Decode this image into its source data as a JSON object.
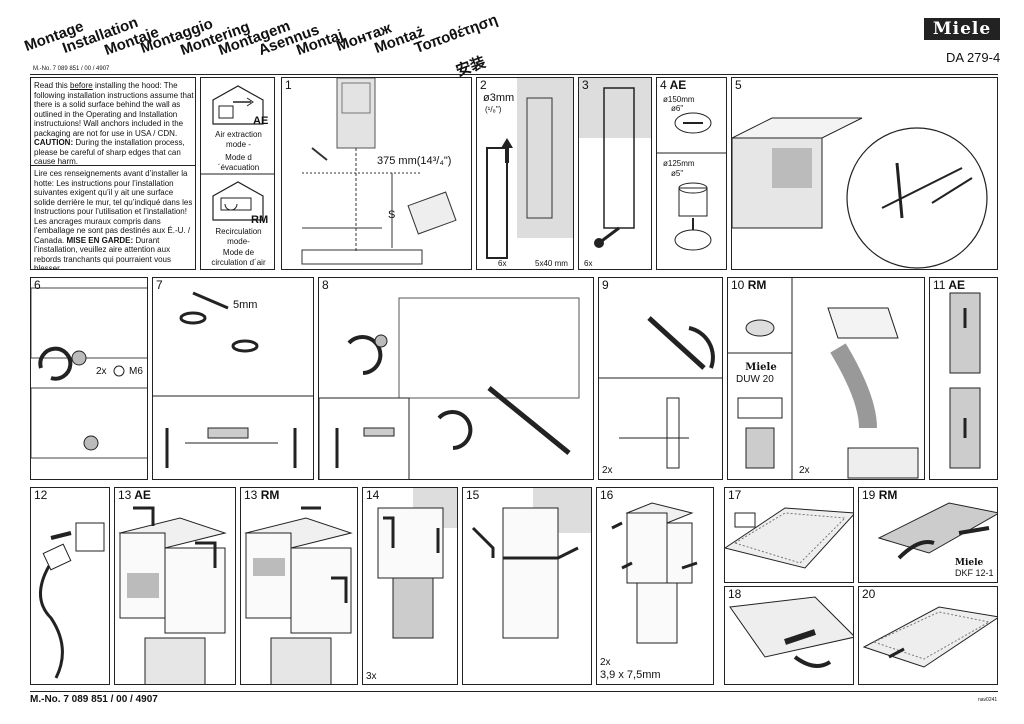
{
  "header": {
    "titles": [
      "Montage",
      "Installation",
      "Montaje",
      "Montaggio",
      "Montering",
      "Montagem",
      "Asennus",
      "Montaj",
      "Монтаж",
      "Montaż",
      "Τοποθέτηση",
      "安装"
    ],
    "brand": "Miele",
    "doc_code": "DA 279-4",
    "mno_small": "M.-No. 7 089 851 / 00 / 4907"
  },
  "intro": {
    "en_1": "Read this ",
    "en_before": "before",
    "en_2": " installing the hood: The following installation instructions assume that there is a solid surface behind the wall as outlined in the Operating and Installation instructuions! Wall anchors included in the packaging are not for use in USA / CDN.",
    "en_caution_label": "CAUTION:",
    "en_caution": " During the installation process, please be careful of sharp edges that can cause harm.",
    "fr_1": "Lire ces renseignements avant d’installer la hotte: Les instructions pour l’installation suivantes exigent qu’il y ait une surface solide derrière le mur, tel qu’indiqué dans les Instructions pour l’utilisation et l’installation! Les ancrages muraux compris dans l’emballage ne sont pas destinés aux É.-U. / Canada.",
    "fr_caution_label": "MISE EN GARDE:",
    "fr_caution": " Durant l’installation, veuillez aire attention aux rebords tranchants qui pourraient vous blesser."
  },
  "modes": {
    "ae_tag": "AE",
    "ae_en": "Air extraction mode -",
    "ae_fr": "Mode d´évacuation",
    "rm_tag": "RM",
    "rm_en": "Recirculation mode-",
    "rm_fr": "Mode de circulation d´air"
  },
  "panels": {
    "p1": {
      "num": "1",
      "dim": "375 mm(14³/₄\")",
      "s": "S"
    },
    "p2": {
      "num": "2",
      "drill": "ø3mm",
      "drill_in": "(¹/₈\")",
      "count": "6x",
      "screw": "5x40 mm"
    },
    "p3": {
      "num": "3",
      "count": "6x"
    },
    "p4": {
      "num": "4",
      "tag": "AE",
      "d1": "ø150mm",
      "d1_in": "ø6\"",
      "d2": "ø125mm",
      "d2_in": "ø5\""
    },
    "p5": {
      "num": "5"
    },
    "p6": {
      "num": "6",
      "count": "2x",
      "bolt": "M6"
    },
    "p7": {
      "num": "7",
      "size": "5mm"
    },
    "p8": {
      "num": "8"
    },
    "p9": {
      "num": "9",
      "count": "2x"
    },
    "p10": {
      "num": "10",
      "tag": "RM",
      "brand": "Miele",
      "part": "DUW 20",
      "count": "2x"
    },
    "p11": {
      "num": "11",
      "tag": "AE"
    },
    "p12": {
      "num": "12"
    },
    "p13ae": {
      "num": "13",
      "tag": "AE"
    },
    "p13rm": {
      "num": "13",
      "tag": "RM"
    },
    "p14": {
      "num": "14",
      "count": "3x"
    },
    "p15": {
      "num": "15"
    },
    "p16": {
      "num": "16",
      "count": "2x",
      "screw": "3,9 x 7,5mm"
    },
    "p17": {
      "num": "17"
    },
    "p18": {
      "num": "18"
    },
    "p19": {
      "num": "19",
      "tag": "RM",
      "brand": "Miele",
      "part": "DKF 12-1"
    },
    "p20": {
      "num": "20"
    }
  },
  "footer": {
    "mno": "M.-No. 7 089 851 / 00 / 4907",
    "code": "nav0241"
  }
}
